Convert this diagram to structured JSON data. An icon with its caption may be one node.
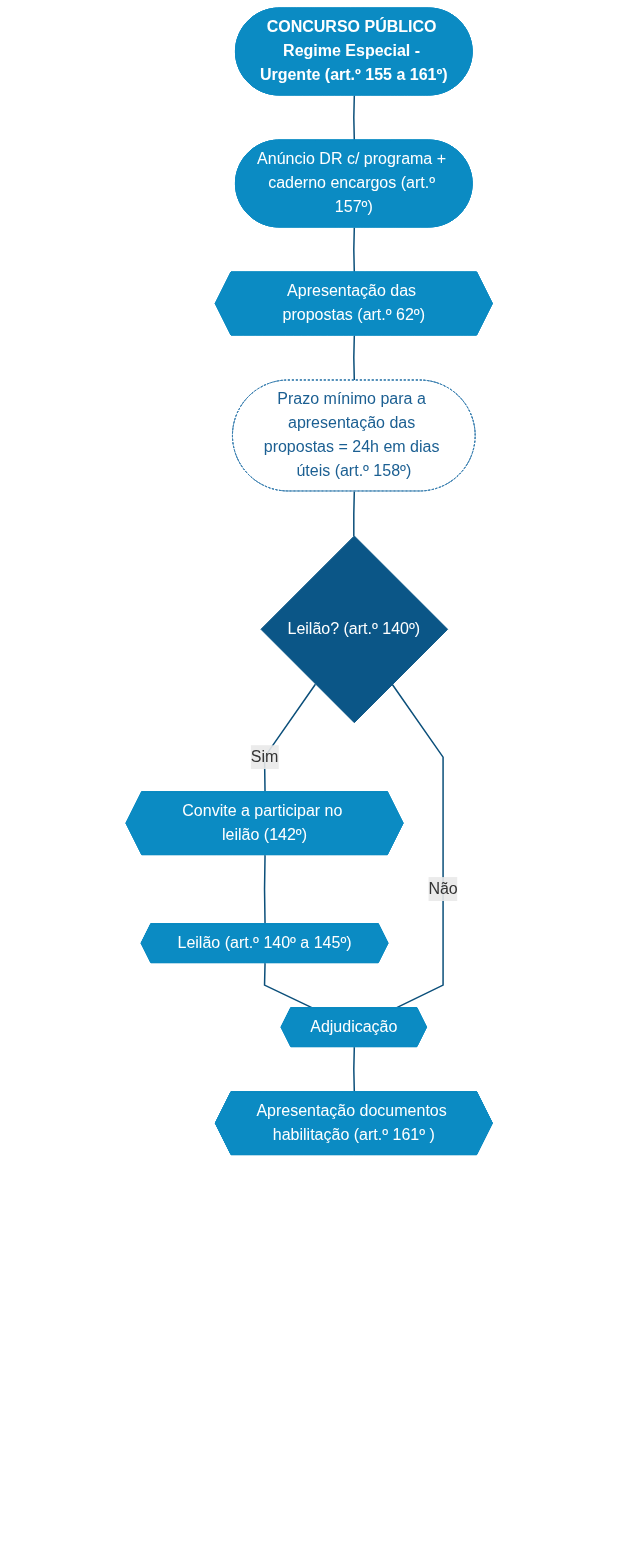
{
  "diagram": {
    "nodes": [
      {
        "text": [
          "CONCURSO PÚBLICO Regime Especial - Urgente (art.º 155 a 161º)"
        ]
      },
      {
        "text": [
          "Anúncio DR c/ programa + caderno encargos (art.º 157º)"
        ]
      },
      {
        "text": [
          "Apresentação das propostas (art.º 62º)"
        ]
      },
      {
        "text": [
          "Prazo mínimo para a apresentação das propostas = 24h em dias úteis (art.º 158º)"
        ]
      },
      {
        "text": [
          "Leilão? (art.º 140º)"
        ]
      },
      {
        "text": [
          "Convite a participar no leilão (142º)"
        ]
      },
      {
        "text": [
          "Leilão (art.º 140º a 145º)"
        ]
      },
      {
        "text": [
          "Adjudicação"
        ]
      },
      {
        "text": [
          "Apresentação documentos habilitação (art.º 161º )"
        ]
      }
    ],
    "edges": [
      {
        "from": 0,
        "to": 1,
        "arrow": "none"
      },
      {
        "from": 1,
        "to": 2,
        "arrow": "none"
      },
      {
        "from": 2,
        "to": 3,
        "arrow": "none"
      },
      {
        "from": 3,
        "to": 4,
        "arrow": "none"
      },
      {
        "from": 4,
        "to": 5,
        "arrow": "none",
        "label": "Sim"
      },
      {
        "from": 5,
        "to": 6,
        "arrow": "none"
      },
      {
        "from": 6,
        "to": 7,
        "arrow": "none"
      },
      {
        "from": 4,
        "to": 7,
        "arrow": "none",
        "label": "Não"
      },
      {
        "from": 7,
        "to": 8,
        "arrow": "none"
      }
    ]
  }
}
